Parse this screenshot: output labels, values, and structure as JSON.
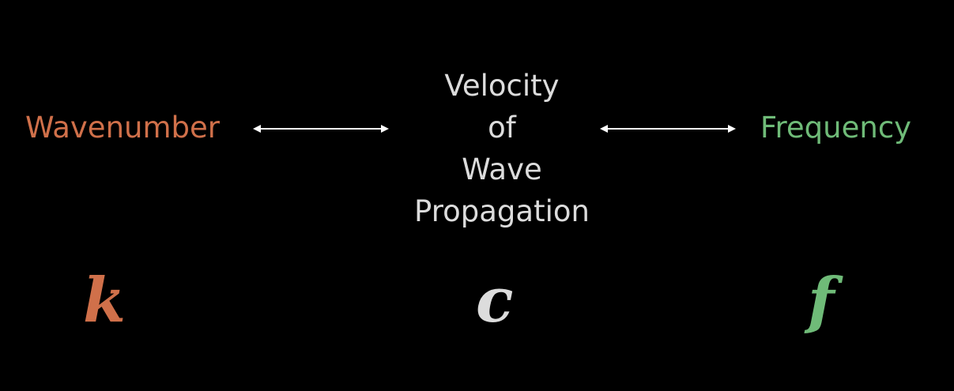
{
  "left": {
    "label": "Wavenumber",
    "symbol": "k",
    "color": "#d0704a"
  },
  "center": {
    "lines": [
      "Velocity",
      "of",
      "Wave",
      "Propagation"
    ],
    "symbol": "c",
    "color": "#dcdcdc"
  },
  "right": {
    "label": "Frequency",
    "symbol": "f",
    "color": "#6fbb78"
  }
}
